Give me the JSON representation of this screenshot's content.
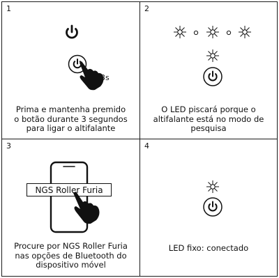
{
  "panels": [
    {
      "number": "1",
      "caption": "Prima e mantenha premido\no botão durante 3 segundos\npara ligar o altifalante",
      "duration": "3s"
    },
    {
      "number": "2",
      "caption": "O LED piscará porque o\naltifalante está no modo de\npesquisa"
    },
    {
      "number": "3",
      "caption": "Procure por NGS Roller Furia\nnas opções de Bluetooth do\ndispositivo móvel",
      "device_label": "NGS Roller Furia"
    },
    {
      "number": "4",
      "caption": "LED fixo: conectado"
    }
  ],
  "icons": {
    "power": "power-icon",
    "led": "led-flash-icon",
    "hand": "hand-pointer-icon",
    "phone": "smartphone-icon"
  }
}
